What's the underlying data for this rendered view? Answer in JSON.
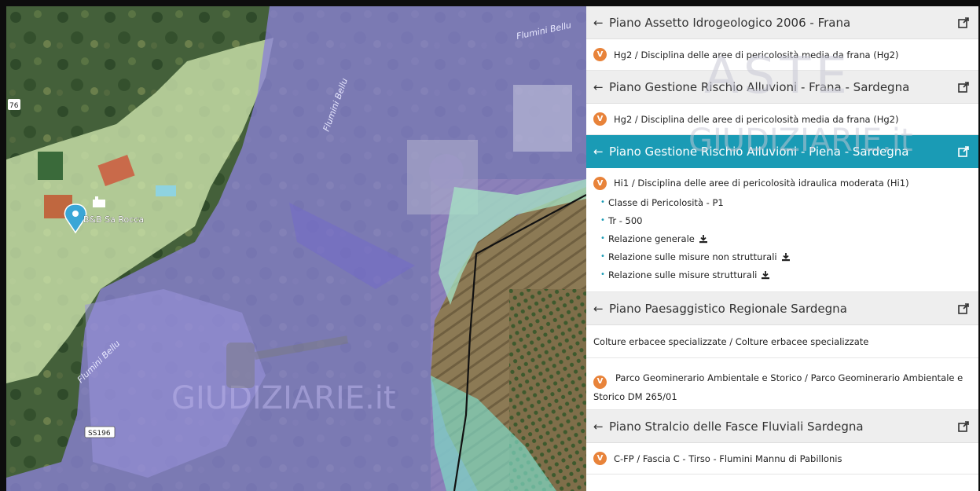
{
  "map": {
    "labels": {
      "river_top": "Flumini Bellu",
      "river_mid": "Flumini Bellu",
      "river_low": "Flumini Bellu",
      "road_left": "76",
      "road_bottom": "SS196",
      "place": "B&B Sa Rocca"
    },
    "colors": {
      "flood_zone": "#8a82d6",
      "light_zone": "#cfe7b0",
      "teal_zone": "#7fd9c4",
      "boundary": "#111111",
      "marker": "#3aa6d6"
    },
    "marker_icon": "map-pin-icon",
    "lodging_icon": "bed-icon"
  },
  "watermark": {
    "line1": "ASTE",
    "line2": "GIUDIZIARIE.it",
    "map_text": "GIUDIZIARIE.it"
  },
  "panel": {
    "accent_color": "#1a9bb5",
    "badge_color": "#e8833a",
    "badge_label": "V",
    "back_icon": "arrow-left-icon",
    "external_icon": "external-link-icon",
    "download_icon": "download-icon",
    "sections": [
      {
        "title": "Piano Assetto Idrogeologico 2006 - Frana",
        "rows": [
          "Hg2 / Disciplina delle aree di pericolosità media da frana (Hg2)"
        ]
      },
      {
        "title": "Piano Gestione Rischio Alluvioni - Frana - Sardegna",
        "rows": [
          "Hg2 / Disciplina delle aree di pericolosità media da frana (Hg2)"
        ]
      },
      {
        "title": "Piano Gestione Rischio Alluvioni - Piena - Sardegna",
        "main": "Hi1 / Disciplina delle aree di pericolosità idraulica moderata (Hi1)",
        "details": [
          "Classe di Pericolosità - P1",
          "Tr - 500",
          "Relazione generale",
          "Relazione sulle misure non strutturali",
          "Relazione sulle misure strutturali"
        ]
      },
      {
        "title": "Piano Paesaggistico Regionale Sardegna",
        "rows": [
          "Colture erbacee specializzate / Colture erbacee specializzate",
          "Parco Geominerario Ambientale e Storico / Parco Geominerario Ambientale e Storico DM 265/01"
        ]
      },
      {
        "title": "Piano Stralcio delle Fasce Fluviali Sardegna",
        "rows": [
          "C-FP / Fascia C - Tirso - Flumini Mannu di Pabillonis"
        ]
      }
    ]
  }
}
